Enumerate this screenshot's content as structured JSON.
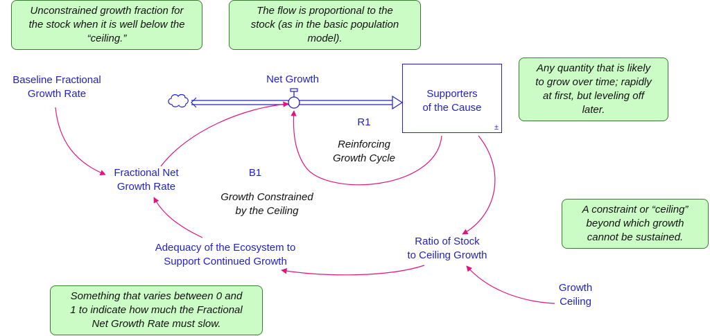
{
  "notes": {
    "unconstrained": [
      "Unconstrained growth fraction for",
      "the stock when it is well below the",
      "“ceiling.”"
    ],
    "flow": [
      "The flow is proportional to the",
      "stock (as in the basic population",
      "model)."
    ],
    "quantity": [
      "Any quantity that is likely",
      "to grow over time; rapidly",
      "at first, but leveling off",
      "later."
    ],
    "constraint": [
      "A constraint or “ceiling”",
      "beyond which growth",
      "cannot be sustained."
    ],
    "varies": [
      "Something that varies between 0 and",
      "1 to indicate how much the Fractional",
      "Net Growth Rate must slow."
    ]
  },
  "variables": {
    "baseline": [
      "Baseline Fractional",
      "Growth Rate"
    ],
    "net_growth": "Net Growth",
    "stock": [
      "Supporters",
      "of the Cause"
    ],
    "stock_sign": "±",
    "fractional": [
      "Fractional Net",
      "Growth Rate"
    ],
    "adequacy": [
      "Adequacy of the Ecosystem to",
      "Support Continued Growth"
    ],
    "ratio": [
      "Ratio of Stock",
      "to Ceiling Growth"
    ],
    "ceiling": [
      "Growth",
      "Ceiling"
    ]
  },
  "loops": {
    "r1_id": "R1",
    "r1_name": [
      "Reinforcing",
      "Growth Cycle"
    ],
    "b1_id": "B1",
    "b1_name": [
      "Growth Constrained",
      "by the Ceiling"
    ]
  },
  "colors": {
    "link": "#e0147f",
    "variable": "#2121c8",
    "note_fill": "#ccfcc6",
    "note_border": "#3a7a30"
  },
  "icons": [
    "cloud-icon",
    "valve-icon"
  ]
}
